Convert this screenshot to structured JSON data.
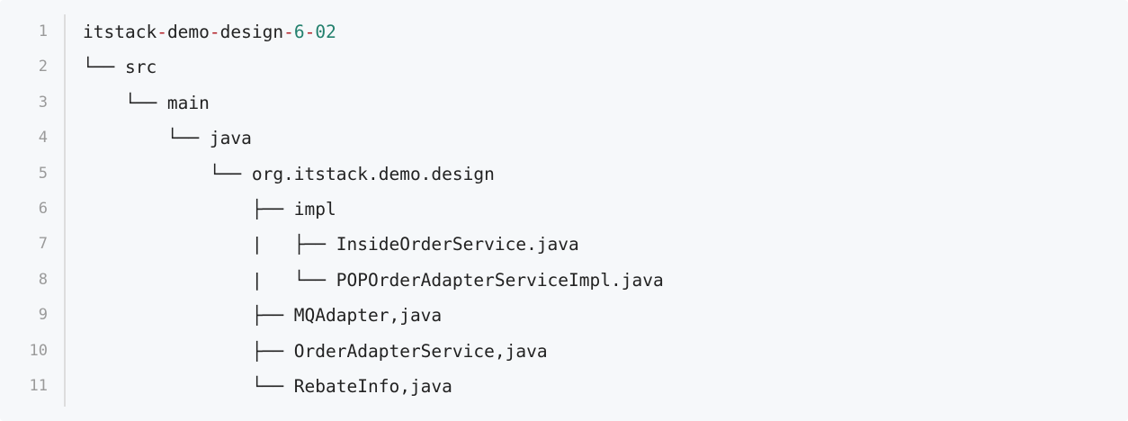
{
  "line_numbers": [
    "1",
    "2",
    "3",
    "4",
    "5",
    "6",
    "7",
    "8",
    "9",
    "10",
    "11"
  ],
  "title_line": {
    "parts": [
      "itstack",
      "-",
      "demo",
      "-",
      "design",
      "-",
      "6",
      "-",
      "02"
    ]
  },
  "tree_lines": [
    "└── src",
    "    └── main",
    "        └── java",
    "            └── org.itstack.demo.design",
    "                ├── impl",
    "                |   ├── InsideOrderService.java",
    "                |   └── POPOrderAdapterServiceImpl.java",
    "                ├── MQAdapter,java",
    "                ├── OrderAdapterService,java",
    "                └── RebateInfo,java"
  ],
  "colors": {
    "operator": "#b4232a",
    "number": "#23806d",
    "text": "#222222",
    "line_number": "#9a9a9a",
    "background": "#f6f8fa"
  }
}
